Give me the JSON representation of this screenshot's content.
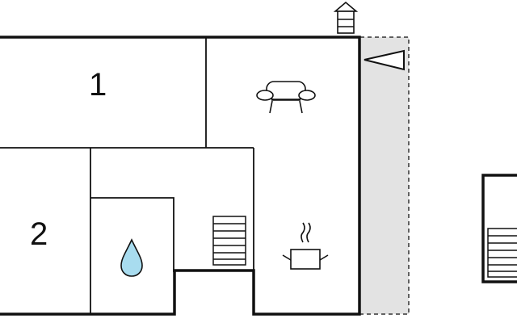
{
  "floorplan": {
    "rooms": [
      {
        "label": "1",
        "type": "bedroom"
      },
      {
        "label": "2",
        "type": "bedroom"
      }
    ],
    "icons": {
      "bathroom": "water-drop-icon",
      "living": "sofa-icon",
      "kitchen": "cooking-pot-icon",
      "stairs": "stairs-icon",
      "entrance": "entrance-arrow-icon",
      "chimney": "chimney-icon"
    },
    "colors": {
      "wall": "#111111",
      "terrace": "#e3e3e3",
      "water": "#a8dcef"
    }
  }
}
